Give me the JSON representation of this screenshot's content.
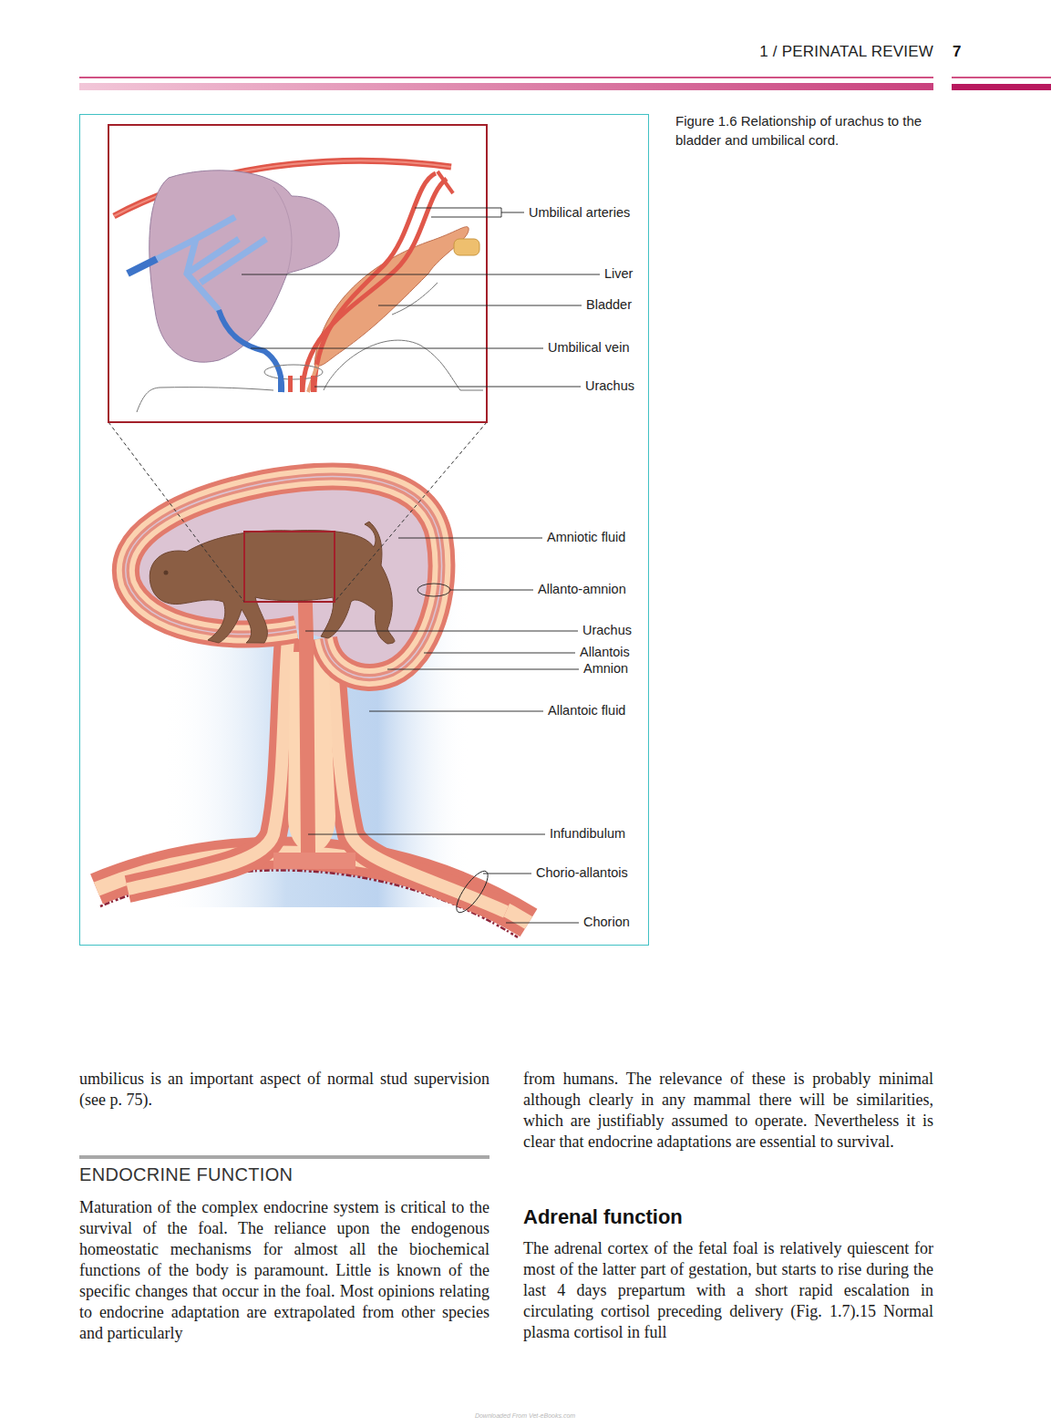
{
  "diagram": {
    "caption": "Figure 1.6 Relationship of urachus to the bladder and umbilical cord.",
    "labels": [
      "1 / PERINATAL REVIEW",
      "7",
      "Umbilical arteries",
      "Liver",
      "Bladder",
      "Umbilical vein",
      "Urachus",
      "Amniotic fluid",
      "Allanto-amnion",
      "Urachus",
      "Allantois",
      "Amnion",
      "Allantoic fluid",
      "Infundibulum",
      "Chorio-allantois",
      "Chorion",
      "umbilicus is an important aspect of normal stud supervision (see p. 75).",
      "ENDOCRINE FUNCTION",
      "Maturation of the complex endocrine system is critical to the survival of the foal. The reliance upon the endogenous homeostatic mechanisms for almost all the biochemical functions of the body is paramount. Little is known of the specific changes that occur in the foal. Most opinions relating to endocrine adaptation are extrapolated from other species and particularly",
      "from humans. The relevance of these is probably minimal although clearly in any mammal there will be similarities, which are justifiably assumed to operate. Nevertheless it is clear that endocrine adaptations are essential to survival.",
      "Adrenal function",
      "The adrenal cortex of the fetal foal is relatively quiescent for most of the latter part of gestation, but starts to rise during the last 4 days prepartum with a short rapid escalation in circulating cortisol preceding delivery (Fig. 1.7).15 Normal plasma cortisol in full",
      "Downloaded From Vet-eBooks.com"
    ]
  }
}
